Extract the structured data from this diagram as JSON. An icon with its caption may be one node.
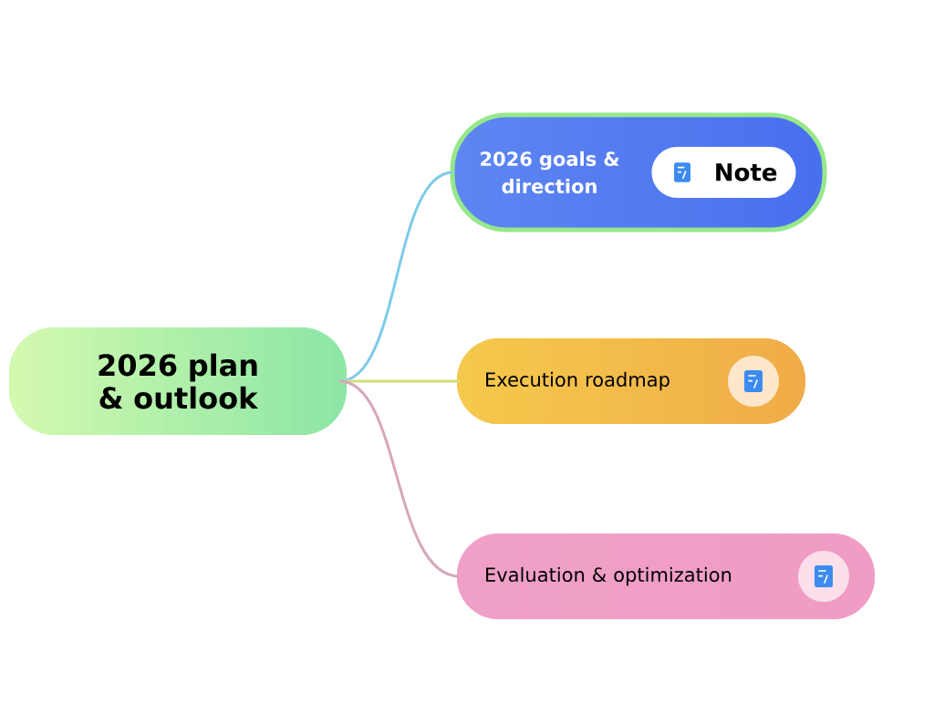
{
  "diagram": {
    "nodes": [
      {
        "text": [
          "2026 plan & outlook"
        ]
      },
      {
        "text": [
          "2026 goals & direction"
        ]
      },
      {
        "text": [
          "Note"
        ],
        "in": 1
      },
      {
        "text": [
          "Execution roadmap"
        ]
      },
      {
        "text": [
          "Evaluation & optimization"
        ]
      }
    ],
    "edges": [
      {
        "from": 0,
        "to": 1,
        "arrow": "none",
        "color": "#7ecbe8"
      },
      {
        "from": 0,
        "to": 3,
        "arrow": "none",
        "color": "#d4de78"
      },
      {
        "from": 0,
        "to": 4,
        "arrow": "none",
        "color": "#d6a6bc"
      }
    ]
  }
}
